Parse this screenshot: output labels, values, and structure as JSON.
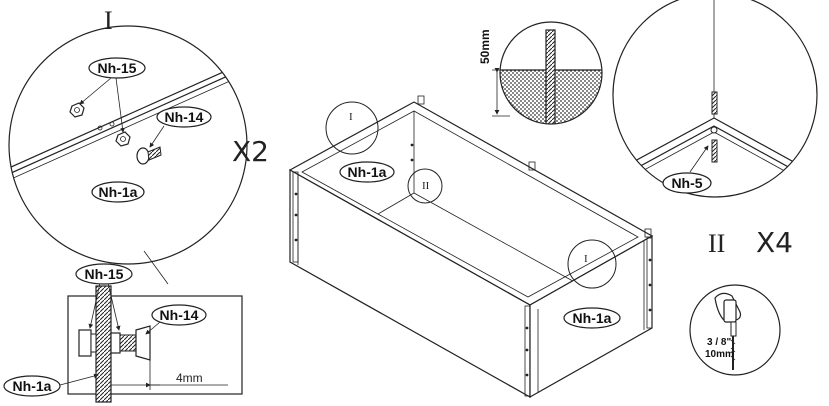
{
  "detail_I": {
    "title": "I",
    "multiplier": "X2",
    "parts": {
      "bolt": "Nh-15",
      "screw": "Nh-14",
      "panel": "Nh-1a"
    }
  },
  "section_view": {
    "parts": {
      "bolt": "Nh-15",
      "screw": "Nh-14",
      "panel": "Nh-1a"
    },
    "gap": "4mm"
  },
  "box": {
    "markers": {
      "one": "I",
      "two": "II",
      "three": "I"
    },
    "labels": {
      "left_wall": "Nh-1a",
      "front_wall": "Nh-1a"
    }
  },
  "ground": {
    "depth": "50mm"
  },
  "detail_II": {
    "title": "II",
    "multiplier": "X4",
    "parts": {
      "stake": "Nh-5"
    }
  },
  "drill": {
    "size_imperial": "3 / 8\"",
    "size_metric": "10mm"
  }
}
